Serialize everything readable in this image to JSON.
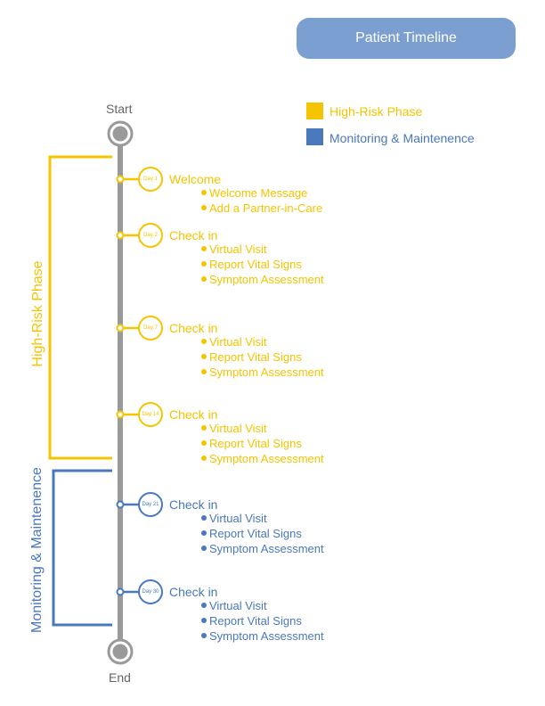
{
  "header": {
    "title": "Patient Timeline"
  },
  "legend": [
    {
      "label": "High-Risk Phase",
      "color": "#f5c400"
    },
    {
      "label": "Monitoring & Maintenence",
      "color": "#4a78bd"
    }
  ],
  "timeline": {
    "start_label": "Start",
    "end_label": "End",
    "axis_color": "#9a9a9a"
  },
  "phases": [
    {
      "label": "High-Risk Phase",
      "color": "#f5c400"
    },
    {
      "label": "Monitoring & Maintenence",
      "color": "#4a78bd"
    }
  ],
  "milestones": [
    {
      "day": "Day 1",
      "title": "Welcome",
      "phase": 0,
      "tasks": [
        "Welcome Message",
        "Add a Partner-in-Care"
      ]
    },
    {
      "day": "Day 2",
      "title": "Check in",
      "phase": 0,
      "tasks": [
        "Virtual Visit",
        "Report Vital Signs",
        "Symptom Assessment"
      ]
    },
    {
      "day": "Day 7",
      "title": "Check in",
      "phase": 0,
      "tasks": [
        "Virtual Visit",
        "Report Vital Signs",
        "Symptom Assessment"
      ]
    },
    {
      "day": "Day 14",
      "title": "Check in",
      "phase": 0,
      "tasks": [
        "Virtual Visit",
        "Report Vital Signs",
        "Symptom Assessment"
      ]
    },
    {
      "day": "Day 21",
      "title": "Check in",
      "phase": 1,
      "tasks": [
        "Virtual Visit",
        "Report Vital Signs",
        "Symptom Assessment"
      ]
    },
    {
      "day": "Day 30",
      "title": "Check in",
      "phase": 1,
      "tasks": [
        "Virtual Visit",
        "Report Vital Signs",
        "Symptom Assessment"
      ]
    }
  ]
}
